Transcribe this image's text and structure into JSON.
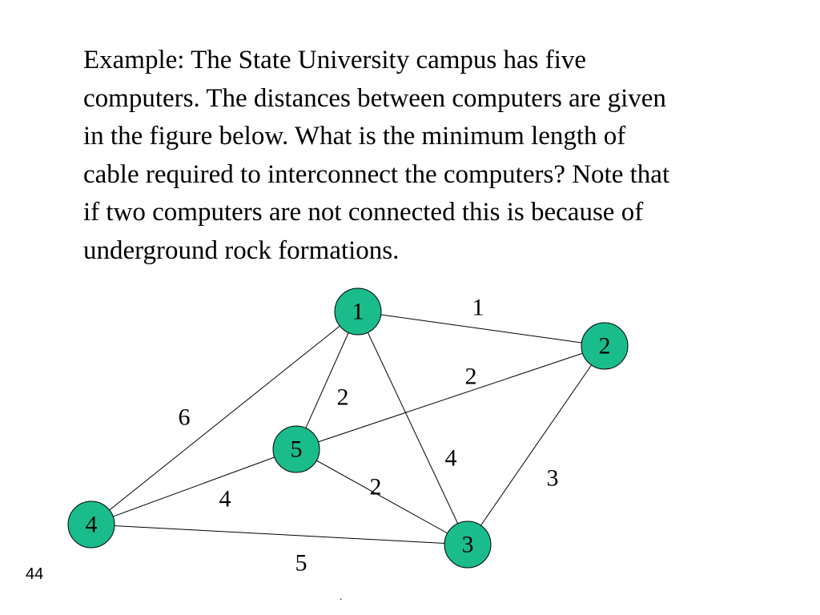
{
  "question": {
    "lines": [
      "Example: The State University campus has five",
      "computers. The distances between computers are given",
      "in the figure below. What is the minimum length of",
      "cable required to interconnect the computers? Note that",
      "if two computers are not connected this is because of",
      "underground rock formations."
    ]
  },
  "graph": {
    "node_color": "#1ABC8C",
    "nodes": [
      {
        "id": "1",
        "label": "1"
      },
      {
        "id": "2",
        "label": "2"
      },
      {
        "id": "3",
        "label": "3"
      },
      {
        "id": "4",
        "label": "4"
      },
      {
        "id": "5",
        "label": "5"
      }
    ],
    "edges": [
      {
        "from": "1",
        "to": "2",
        "weight": "1"
      },
      {
        "from": "2",
        "to": "5",
        "weight": "2"
      },
      {
        "from": "1",
        "to": "5",
        "weight": "2"
      },
      {
        "from": "1",
        "to": "4",
        "weight": "6"
      },
      {
        "from": "1",
        "to": "3",
        "weight": "4"
      },
      {
        "from": "2",
        "to": "3",
        "weight": "3"
      },
      {
        "from": "5",
        "to": "3",
        "weight": "2"
      },
      {
        "from": "5",
        "to": "4",
        "weight": "4"
      },
      {
        "from": "4",
        "to": "3",
        "weight": "5"
      }
    ]
  },
  "footer": {
    "page_number": "44",
    "dot": "."
  }
}
